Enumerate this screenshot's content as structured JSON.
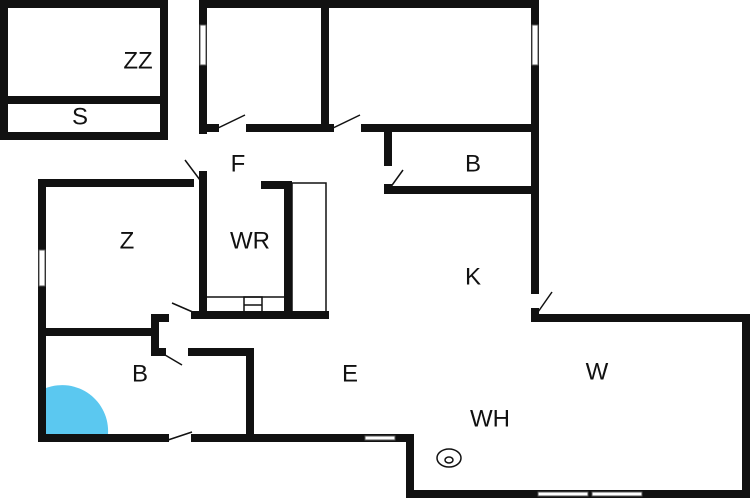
{
  "plan": {
    "colors": {
      "wall": "#111111",
      "shower": "#5bc8f0",
      "background": "#ffffff"
    },
    "rooms": [
      {
        "id": "zz",
        "label": "ZZ"
      },
      {
        "id": "s",
        "label": "S"
      },
      {
        "id": "f",
        "label": "F"
      },
      {
        "id": "b1",
        "label": "B"
      },
      {
        "id": "z",
        "label": "Z"
      },
      {
        "id": "wr",
        "label": "WR"
      },
      {
        "id": "k",
        "label": "K"
      },
      {
        "id": "b2",
        "label": "B"
      },
      {
        "id": "e",
        "label": "E"
      },
      {
        "id": "w",
        "label": "W"
      },
      {
        "id": "wh",
        "label": "WH"
      }
    ]
  }
}
